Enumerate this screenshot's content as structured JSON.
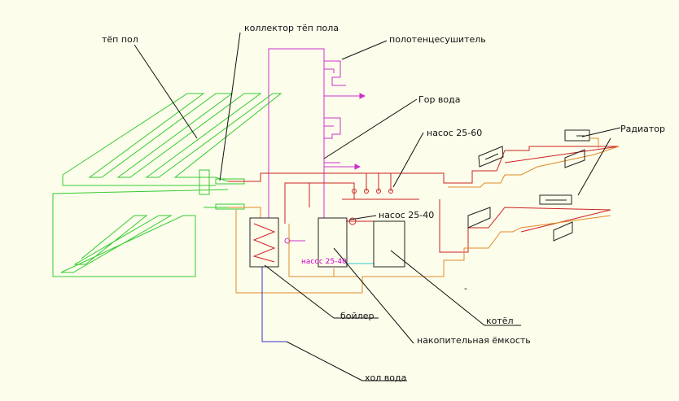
{
  "labels": {
    "warm_floor": "тёп пол",
    "floor_collector": "коллектор тёп пола",
    "towel_dryer": "полотенцесушитель",
    "hot_water": "Гор вода",
    "pump_25_60": "насос 25-60",
    "radiator": "Радиатор",
    "pump_25_40_top": "насос 25-40",
    "pump_25_40_small": "насос 25-40",
    "boiler": "бойлер",
    "storage_tank": "накопительная ёмкость",
    "kettle": "котёл",
    "cold_water": "хол вода",
    "dash_mark": "-"
  },
  "colors": {
    "background": "#fdfdeb",
    "floor_heating": "#33cc33",
    "hot_water_line": "#cc33cc",
    "supply_red": "#cc2222",
    "return_orange": "#e08a2a",
    "cold_water_line": "#3333cc",
    "link_cyan": "#33cccc",
    "equipment": "#222222"
  }
}
